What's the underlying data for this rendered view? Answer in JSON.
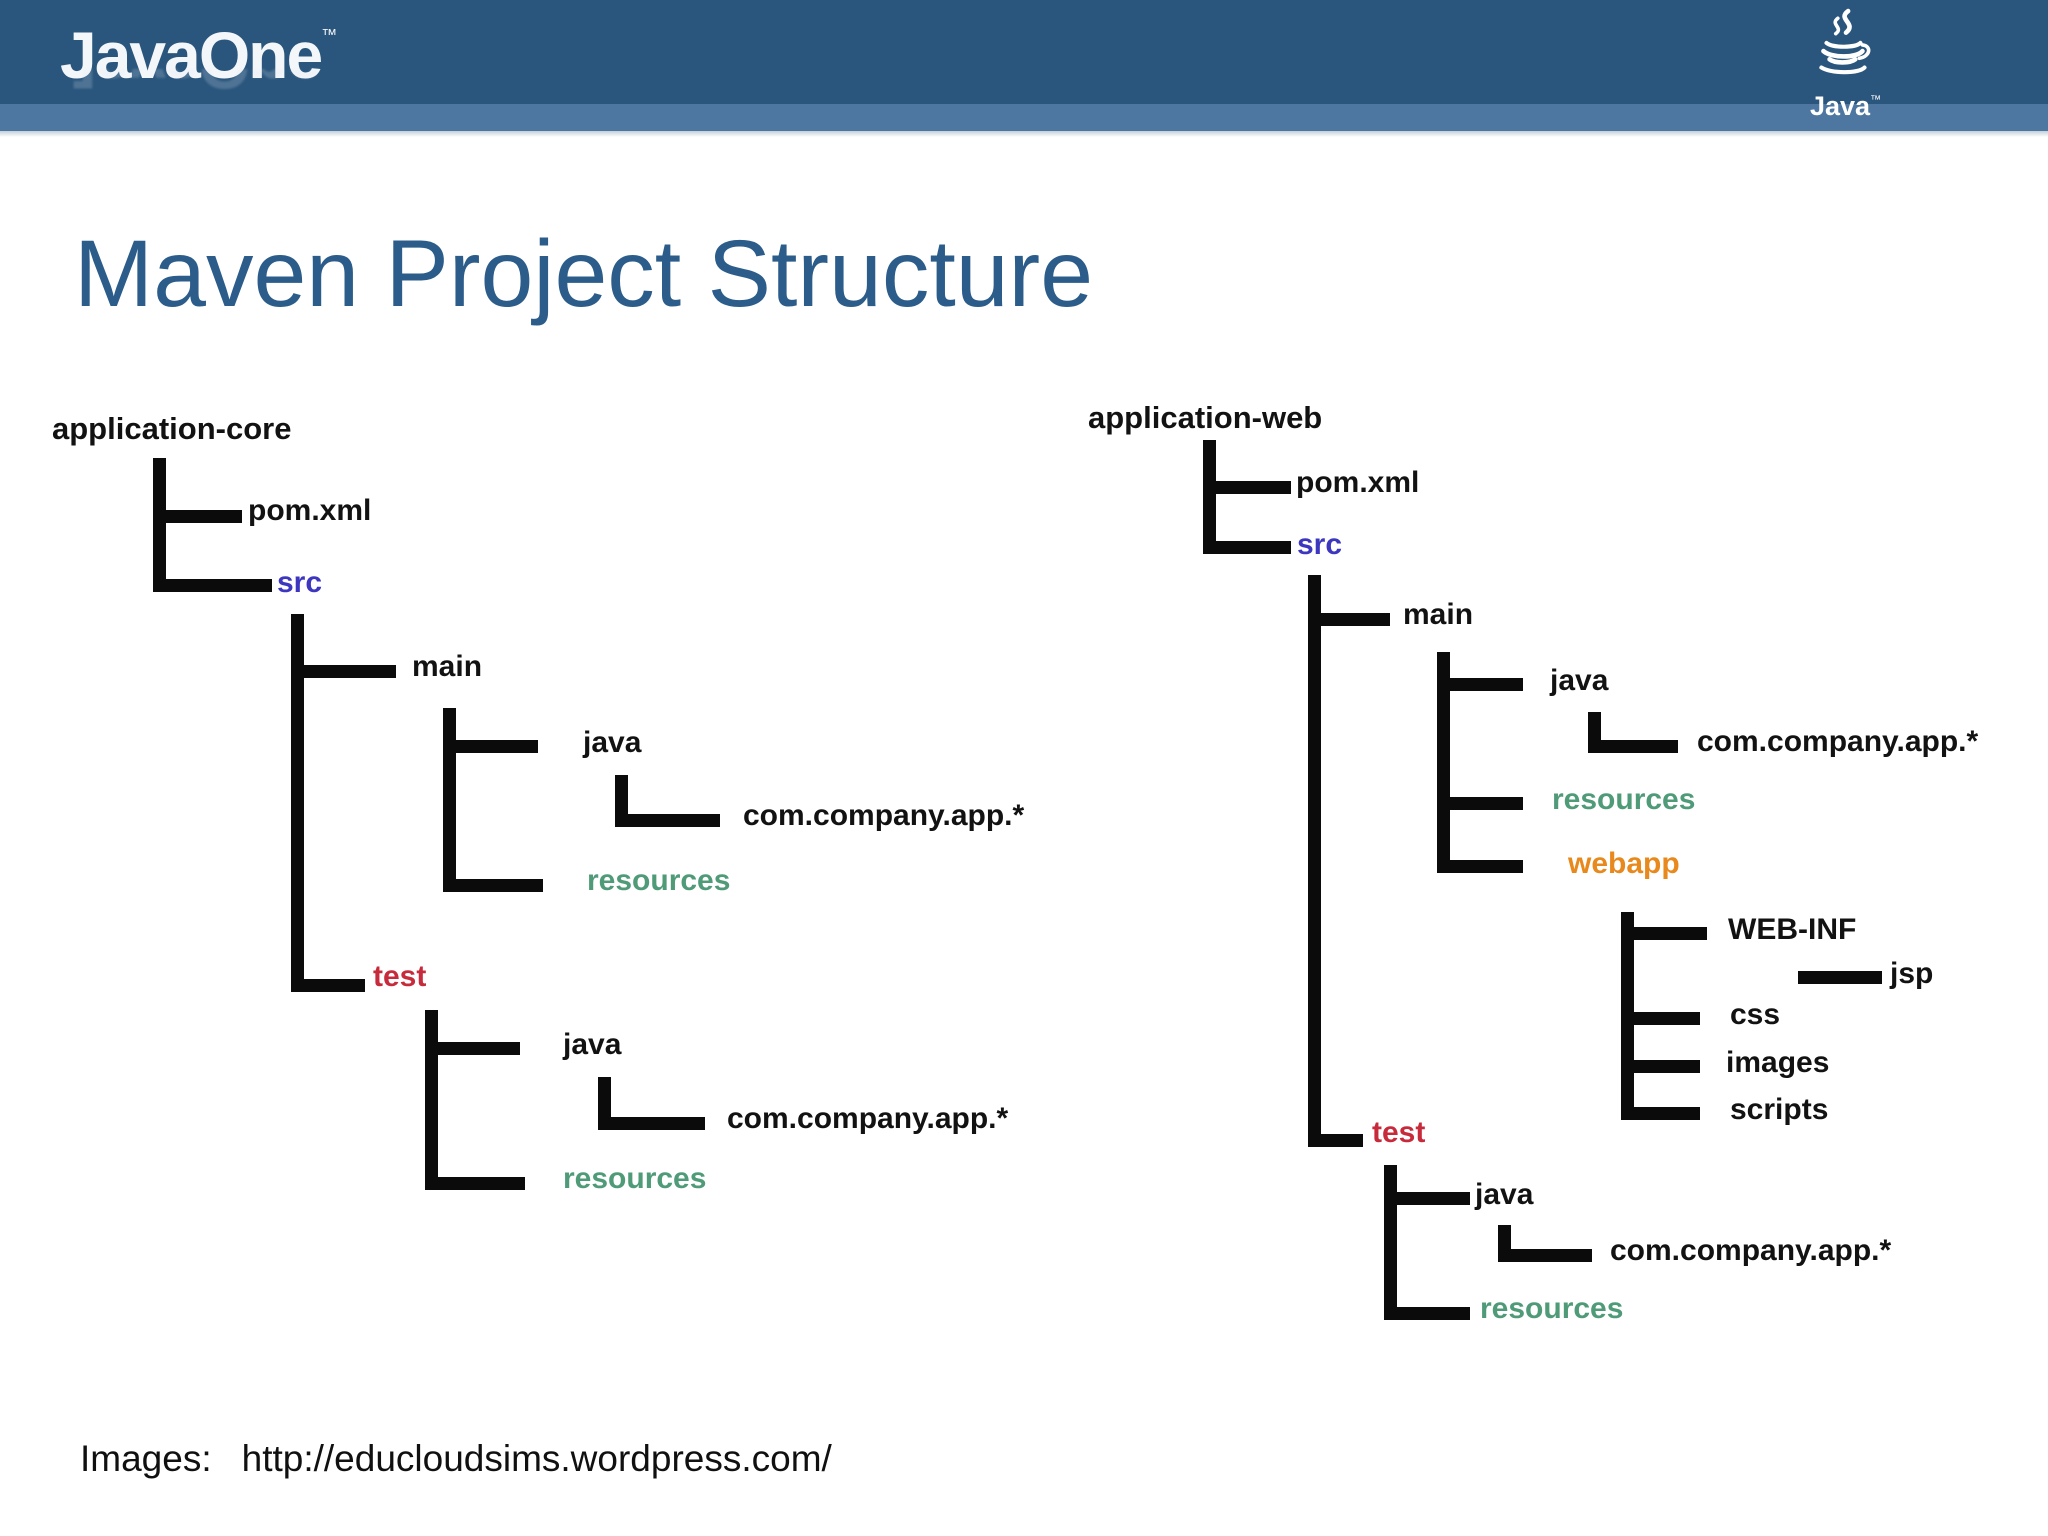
{
  "header": {
    "brand": "JavaOne",
    "brand_trademark": "™",
    "java_label": "Java",
    "java_trademark": "™"
  },
  "title": "Maven Project Structure",
  "footer": {
    "credit_label": "Images:",
    "credit_url": "http://educloudsims.wordpress.com/"
  },
  "colors": {
    "header_dark_blue": "#2a567d",
    "header_light_blue": "#4d77a0",
    "title_blue": "#2b5c8a",
    "tree_line_black": "#0b0b0b",
    "folder_src_blue": "#3d37c0",
    "folder_test_red": "#c72b3b",
    "folder_resources_green": "#4f9b78",
    "folder_webapp_orange": "#e8891d"
  },
  "tree_core": {
    "root": "application-core",
    "pom": "pom.xml",
    "src": "src",
    "main": "main",
    "main_java": "java",
    "main_package": "com.company.app.*",
    "main_resources": "resources",
    "test": "test",
    "test_java": "java",
    "test_package": "com.company.app.*",
    "test_resources": "resources"
  },
  "tree_web": {
    "root": "application-web",
    "pom": "pom.xml",
    "src": "src",
    "main": "main",
    "main_java": "java",
    "main_package": "com.company.app.*",
    "main_resources": "resources",
    "webapp": "webapp",
    "web_inf": "WEB-INF",
    "jsp": "jsp",
    "css": "css",
    "images": "images",
    "scripts": "scripts",
    "test": "test",
    "test_java": "java",
    "test_package": "com.company.app.*",
    "test_resources": "resources"
  }
}
